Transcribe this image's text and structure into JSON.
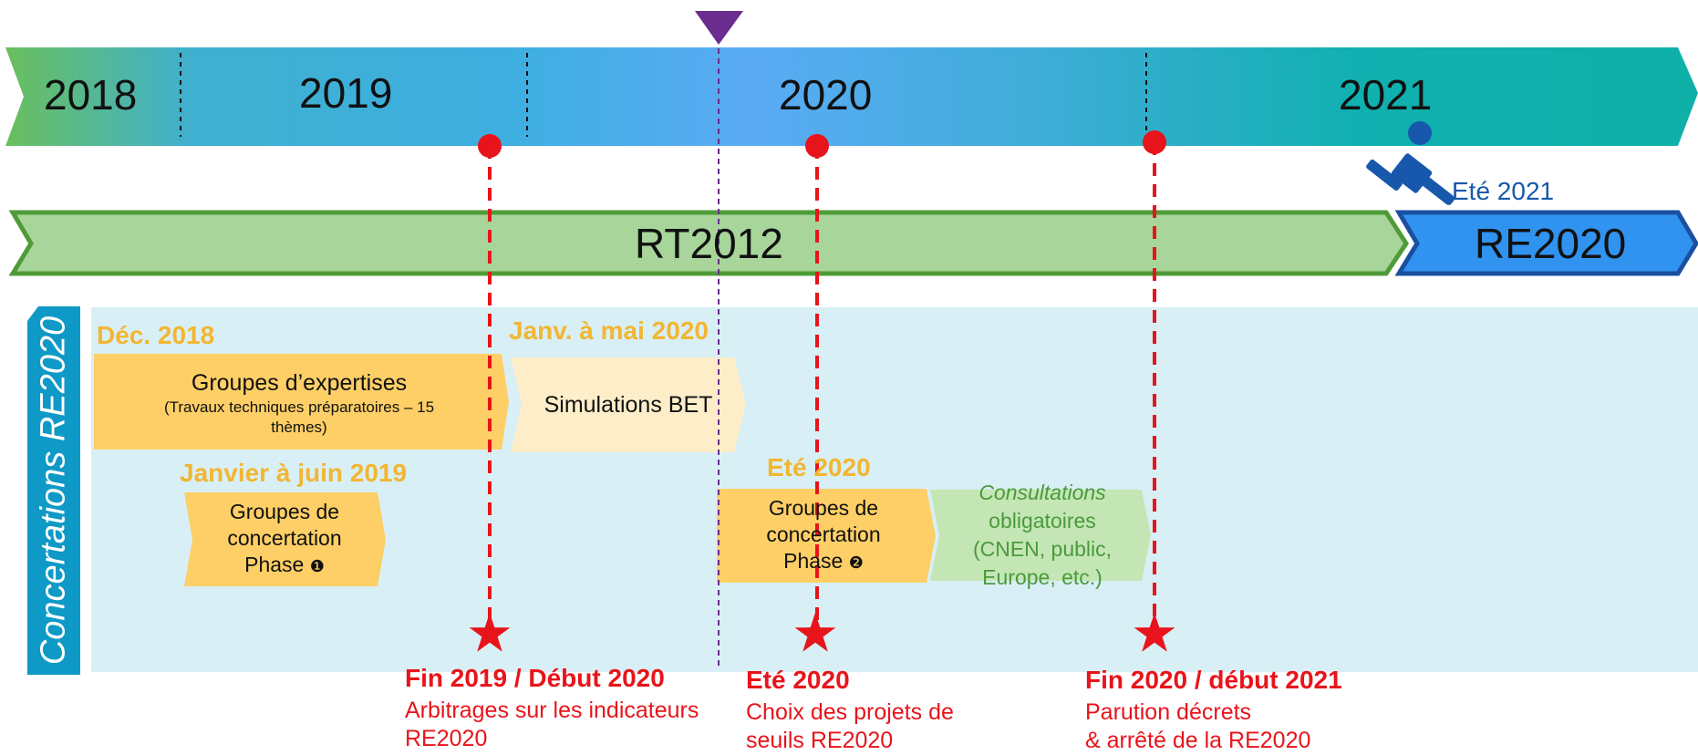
{
  "timeline": {
    "years": [
      "2018",
      "2019",
      "2020",
      "2021"
    ]
  },
  "regulations": {
    "current": "RT2012",
    "next": "RE2020",
    "transition_date": "Eté 2021"
  },
  "concertations": {
    "vertical_label": "Concertations RE2020",
    "dec2018": {
      "date": "Déc. 2018",
      "title": "Groupes d’expertises",
      "subtitle": "(Travaux techniques préparatoires – 15 thèmes)"
    },
    "jan_may_2020": {
      "date": "Janv. à mai 2020",
      "title": "Simulations BET"
    },
    "jan_jun_2019": {
      "date": "Janvier à juin 2019",
      "line1": "Groupes de",
      "line2": "concertation",
      "line3": "Phase",
      "badge": "❶"
    },
    "ete2020": {
      "date": "Eté 2020",
      "line1": "Groupes de",
      "line2": "concertation",
      "line3": "Phase",
      "badge": "❷"
    },
    "consultations": {
      "line1": "Consultations",
      "line2": "obligatoires",
      "line3": "(CNEN, public,",
      "line4": "Europe, etc.)"
    }
  },
  "milestones": [
    {
      "title": "Fin 2019 / Début 2020",
      "line1": "Arbitrages sur les indicateurs",
      "line2": "RE2020"
    },
    {
      "title": "Eté 2020",
      "line1": "Choix  des projets de",
      "line2": "seuils RE2020"
    },
    {
      "title": "Fin 2020 / début 2021",
      "line1": "Parution décrets",
      "line2": "& arrêté de la RE2020"
    }
  ],
  "colors": {
    "timeline_start": "#6abf5e",
    "timeline_mid": "#5aabf5",
    "timeline_end": "#0fb0a8",
    "rt2012_fill": "#a8d59a",
    "rt2012_border": "#4f9b39",
    "re2020_fill": "#3193f0",
    "re2020_border": "#1b4fa0",
    "phase_orange": "#fdcf66",
    "light_orange": "#fdedc9",
    "light_green": "#c4e6b5",
    "concert_bg": "#d9eff6",
    "label_bar": "#0f99c6",
    "milestone_red": "#e8141b",
    "marker_purple": "#6a2c8e",
    "date_orange": "#f2b630",
    "gavel_blue": "#1858ac"
  }
}
